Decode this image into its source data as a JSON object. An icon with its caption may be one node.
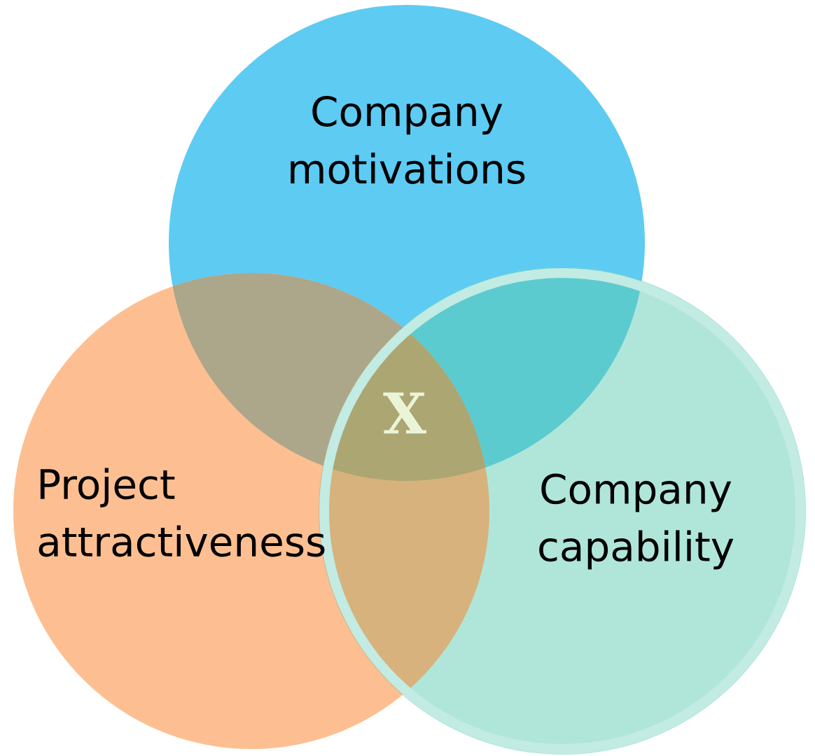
{
  "diagram": {
    "nodes": [
      {
        "text": [
          "Company motivations"
        ]
      },
      {
        "text": [
          "Project attractiveness"
        ]
      },
      {
        "text": [
          "Company capability"
        ]
      }
    ],
    "labels": [
      "X"
    ]
  }
}
